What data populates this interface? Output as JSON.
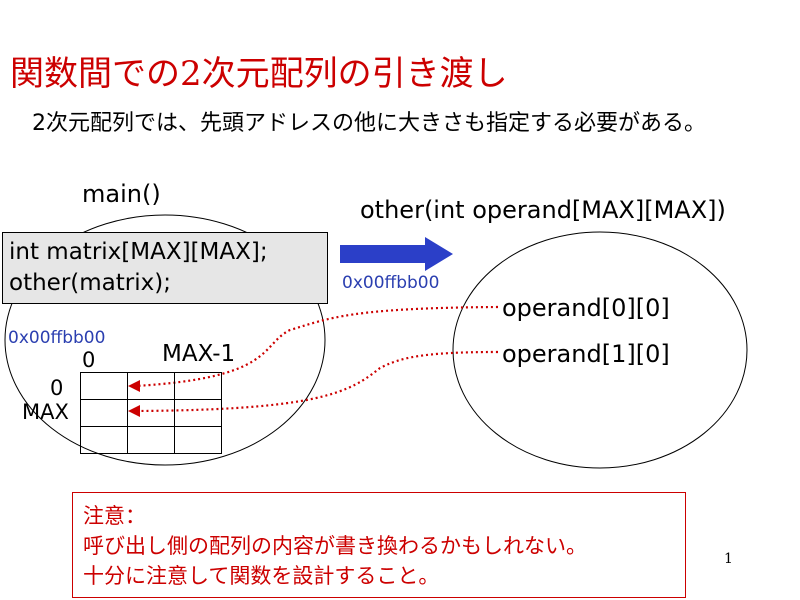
{
  "slide": {
    "title": "関数間での2次元配列の引き渡し",
    "subtitle": "2次元配列では、先頭アドレスの他に大きさも指定する必要がある。",
    "main_label": "main()",
    "other_label": "other(int operand[MAX][MAX])",
    "code_lines": [
      "int matrix[MAX][MAX];",
      "other(matrix);"
    ],
    "addr_arrow": "0x00ffbb00",
    "addr_main": "0x00ffbb00",
    "col_label_0": "0",
    "col_label_last": "MAX-1",
    "row_label_0": "0",
    "row_label_max": "MAX",
    "operand_labels": [
      "operand[0][0]",
      "operand[1][0]"
    ],
    "note_lines": [
      "注意：",
      "呼び出し側の配列の内容が書き換わるかもしれない。",
      "十分に注意して関数を設計すること。"
    ],
    "page_number": "1"
  },
  "colors": {
    "title": "#cc0000",
    "address": "#2b3fb0",
    "arrow": "#2b3fc8",
    "pointer": "#cc0000"
  }
}
